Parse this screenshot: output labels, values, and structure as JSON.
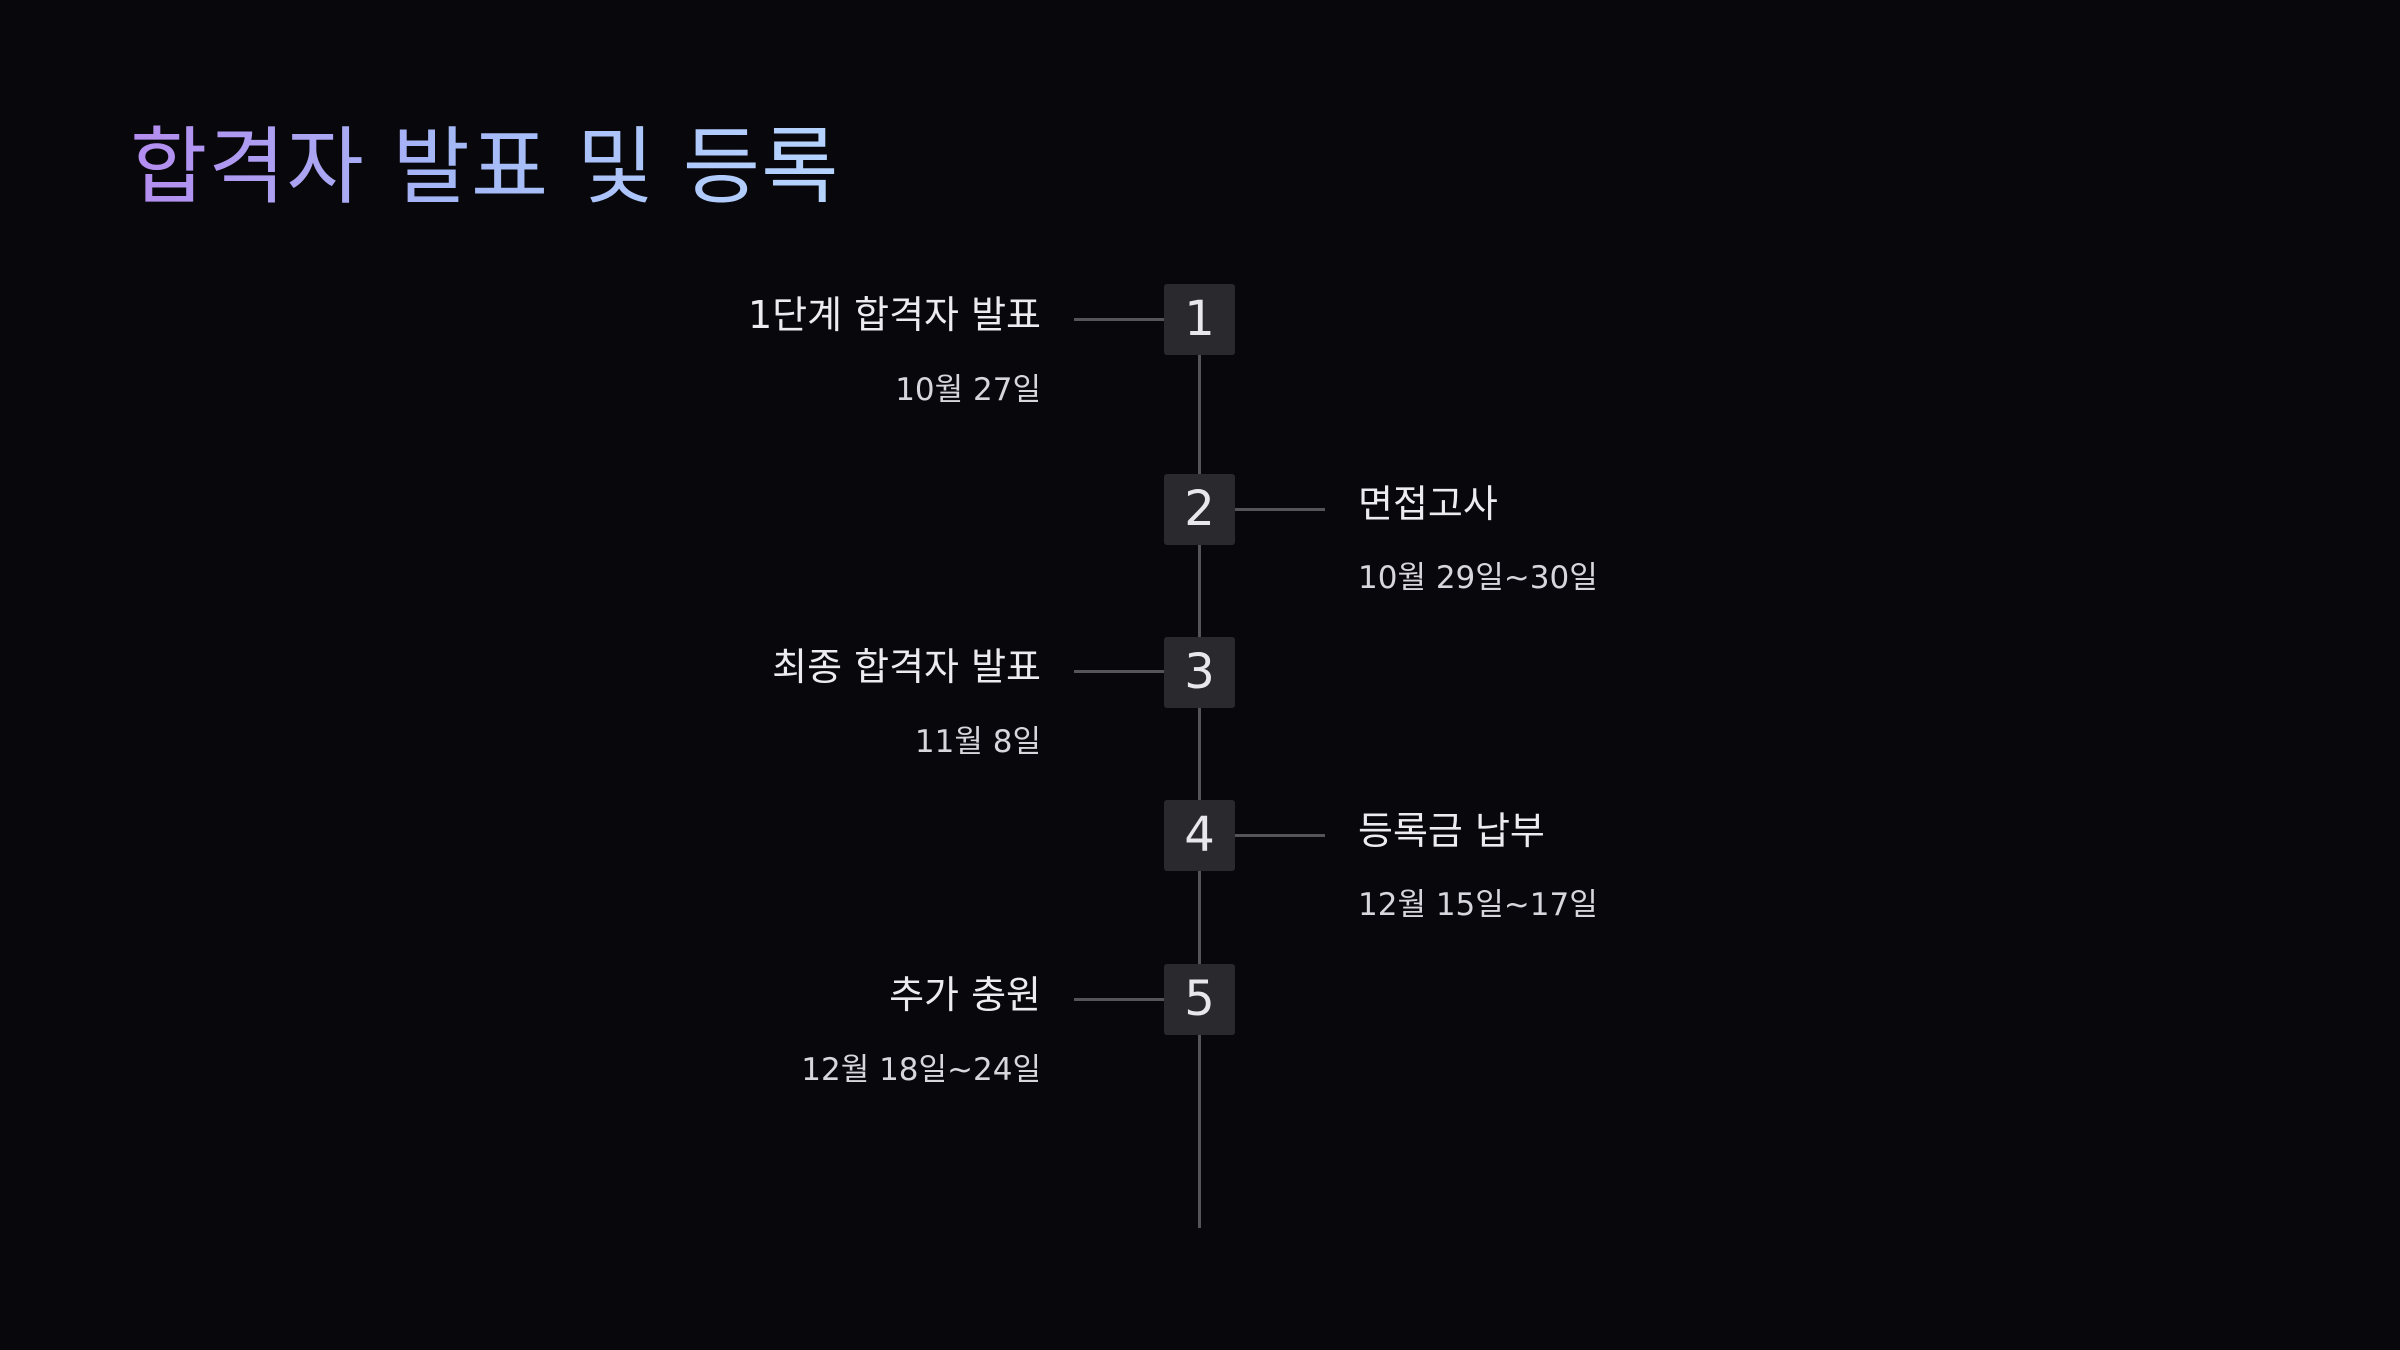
{
  "slide": {
    "title": "합격자 발표 및 등록"
  },
  "timeline": {
    "steps": [
      {
        "number": "1",
        "label": "1단계 합격자 발표",
        "date": "10월 27일",
        "side": "left"
      },
      {
        "number": "2",
        "label": "면접고사",
        "date": "10월 29일~30일",
        "side": "right"
      },
      {
        "number": "3",
        "label": "최종 합격자 발표",
        "date": "11월 8일",
        "side": "left"
      },
      {
        "number": "4",
        "label": "등록금 납부",
        "date": "12월 15일~17일",
        "side": "right"
      },
      {
        "number": "5",
        "label": "추가 충원",
        "date": "12월 18일~24일",
        "side": "left"
      }
    ]
  },
  "colors": {
    "background": "#08080c",
    "box": "#29292e",
    "line": "#555559",
    "title_gradient_start": "#b48cf0",
    "title_gradient_end": "#b6d4ff"
  }
}
